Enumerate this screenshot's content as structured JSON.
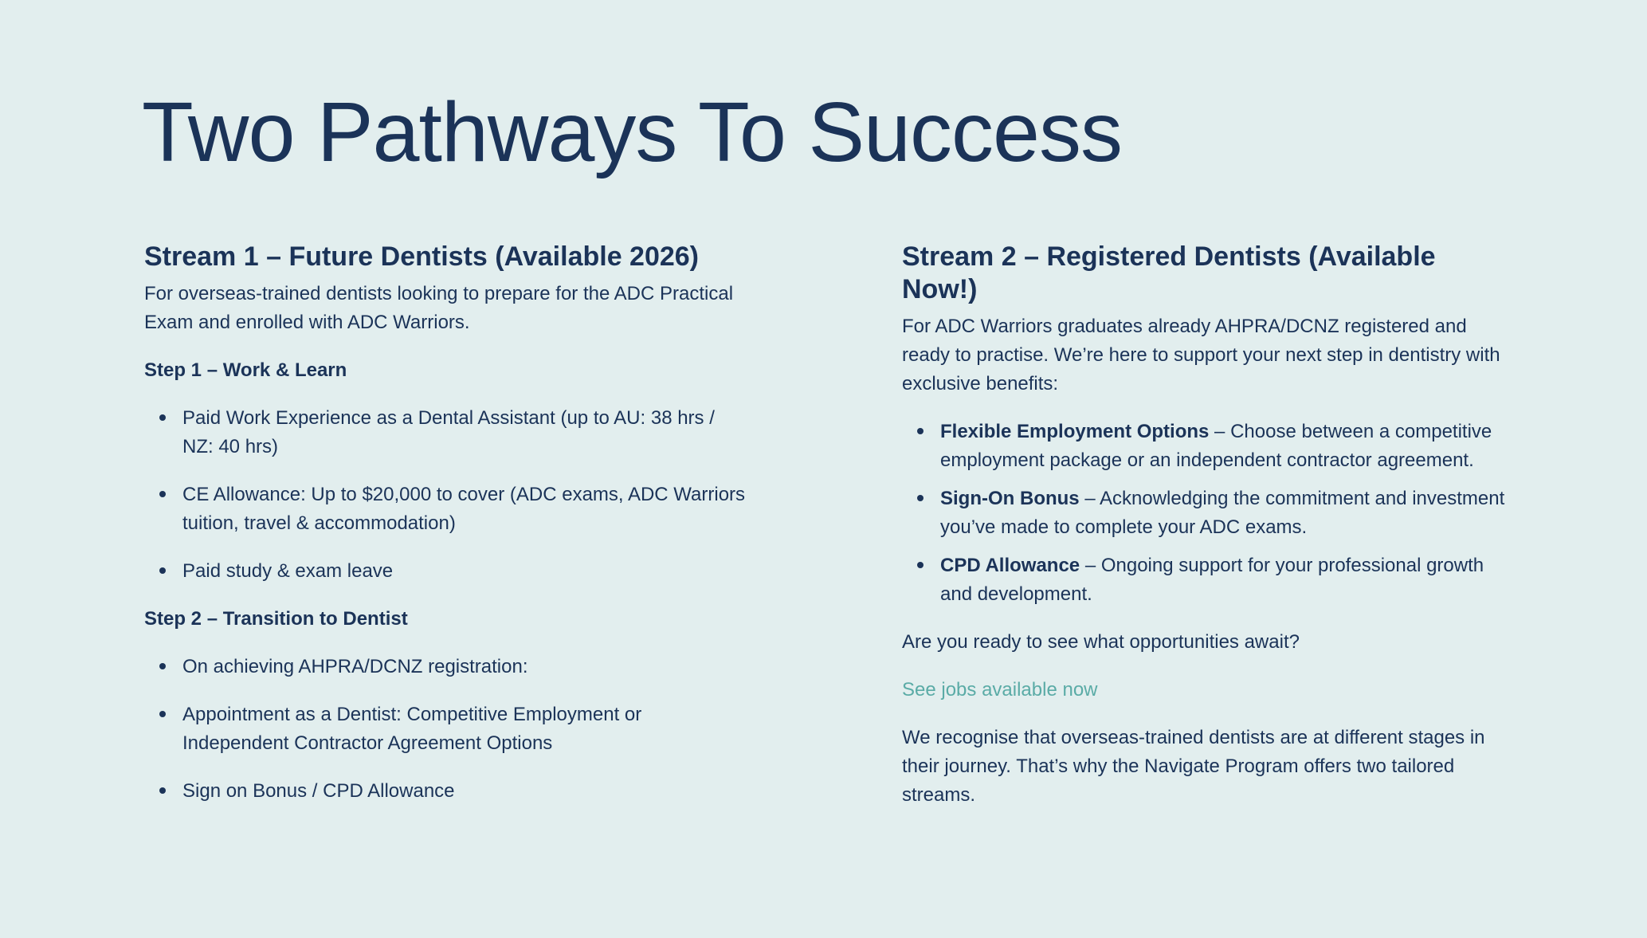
{
  "title": "Two Pathways To Success",
  "stream1": {
    "heading": "Stream 1 – Future Dentists (Available 2026)",
    "intro": "For overseas-trained dentists looking to prepare for the ADC Practical Exam and enrolled with ADC Warriors.",
    "step1": {
      "title": "Step 1 – Work & Learn",
      "items": [
        "Paid Work Experience as a Dental Assistant (up to AU: 38 hrs / NZ: 40 hrs)",
        "CE Allowance: Up to $20,000 to cover (ADC exams, ADC Warriors tuition, travel & accommodation)",
        "Paid study & exam leave"
      ]
    },
    "step2": {
      "title": "Step 2 – Transition to Dentist",
      "items": [
        "On achieving AHPRA/DCNZ registration:",
        "Appointment as a Dentist: Competitive Employment or Independent Contractor Agreement Options",
        "Sign on Bonus / CPD Allowance"
      ]
    }
  },
  "stream2": {
    "heading": "Stream 2 – Registered Dentists (Available Now!)",
    "intro": "For ADC Warriors graduates already AHPRA/DCNZ registered and ready to practise. We’re here to support your next step in dentistry with exclusive benefits:",
    "benefits": [
      {
        "title": "Flexible Employment Options",
        "text": " – Choose between a competitive employment package or an independent contractor agreement."
      },
      {
        "title": "Sign-On Bonus",
        "text": " – Acknowledging the commitment and investment you’ve made to complete your ADC exams."
      },
      {
        "title": "CPD Allowance",
        "text": " – Ongoing support for your professional growth and development."
      }
    ],
    "question": "Are you ready to see what opportunities await?",
    "link": "See jobs available now",
    "closing": "We recognise that overseas-trained dentists are at different stages in their journey. That’s why the Navigate Program offers two tailored streams."
  },
  "colors": {
    "text": "#1b3358",
    "link": "#5aaba6",
    "background": "#e2eeee"
  }
}
